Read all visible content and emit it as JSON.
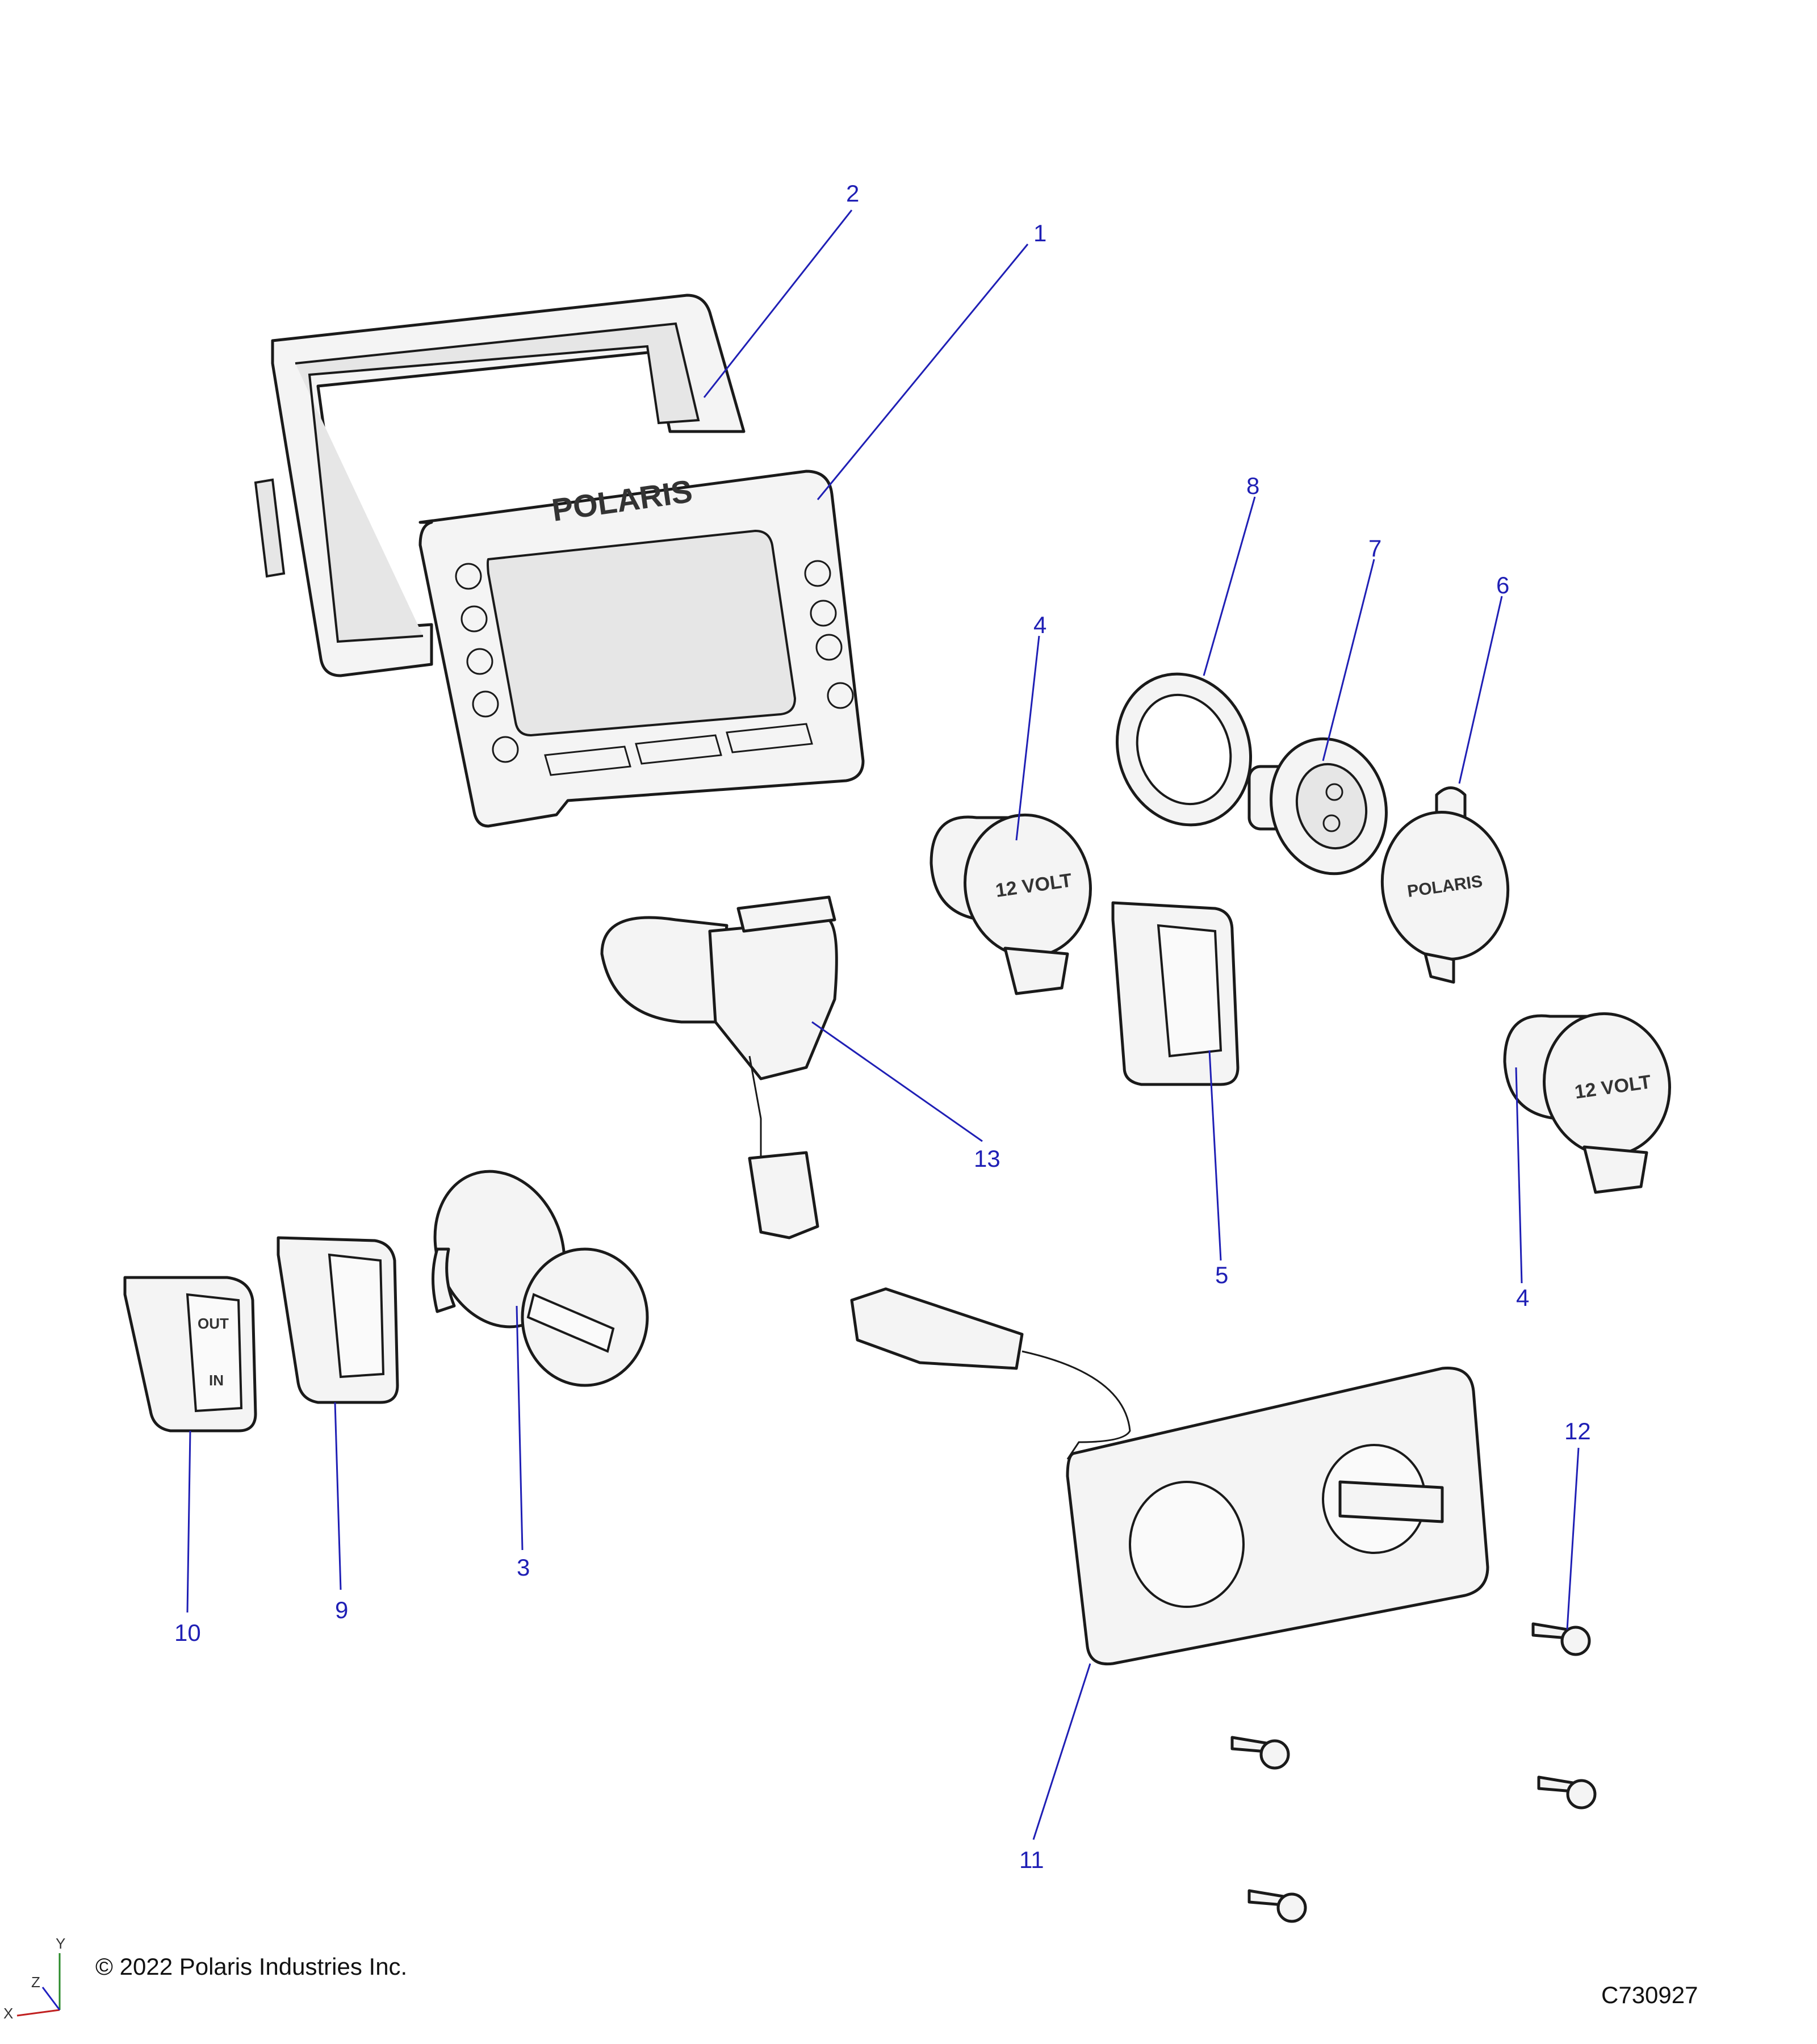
{
  "copyright": "© 2022 Polaris Industries Inc.",
  "figure_id": "C730927",
  "axes": {
    "x": "X",
    "y": "Y",
    "z": "Z"
  },
  "part_markings": {
    "display_logo": "POLARIS",
    "cap_logo": "POLARIS",
    "outlet_label": "12 VOLT",
    "switch_out": "OUT",
    "switch_in": "IN"
  },
  "callouts": [
    {
      "id": "c1",
      "label": "1"
    },
    {
      "id": "c2",
      "label": "2"
    },
    {
      "id": "c3",
      "label": "3"
    },
    {
      "id": "c4a",
      "label": "4"
    },
    {
      "id": "c4b",
      "label": "4"
    },
    {
      "id": "c5",
      "label": "5"
    },
    {
      "id": "c6",
      "label": "6"
    },
    {
      "id": "c7",
      "label": "7"
    },
    {
      "id": "c8",
      "label": "8"
    },
    {
      "id": "c9",
      "label": "9"
    },
    {
      "id": "c10",
      "label": "10"
    },
    {
      "id": "c11",
      "label": "11"
    },
    {
      "id": "c12",
      "label": "12"
    },
    {
      "id": "c13",
      "label": "13"
    }
  ]
}
